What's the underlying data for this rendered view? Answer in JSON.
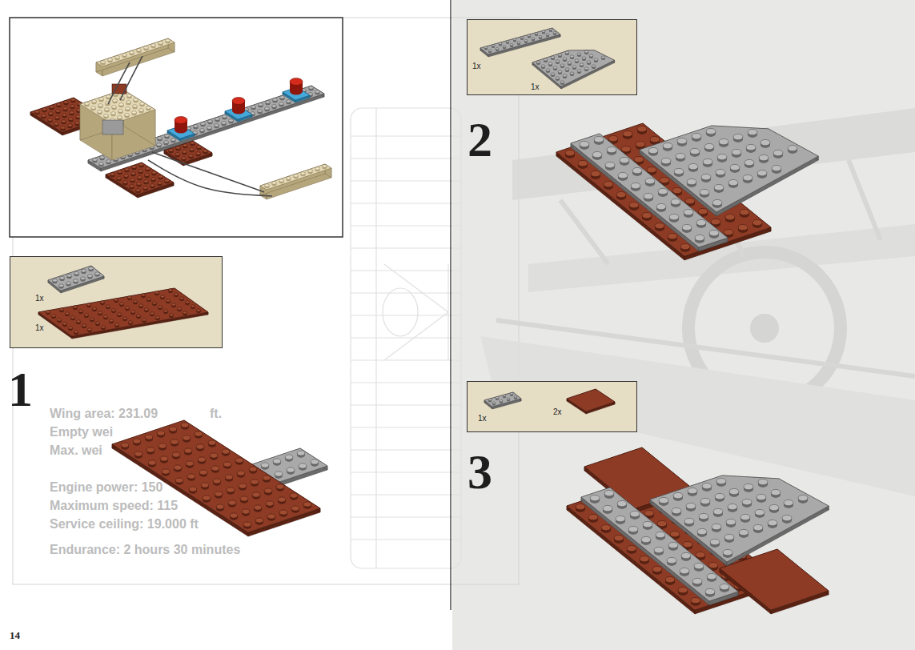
{
  "diagram": {
    "nodes": [
      {
        "text": [
          "1x",
          "1x"
        ]
      },
      {
        "text": [
          "1x",
          "1x"
        ]
      },
      {
        "text": [
          "1x",
          "2x"
        ]
      }
    ],
    "labels": [
      "1",
      "2",
      "3",
      "Wing area: 231.09",
      "ft.",
      "Empty wei",
      "Max. wei",
      "Engine power: 150",
      "Maximum speed: 115",
      "Service ceiling: 19.000 ft",
      "Endurance: 2 hours 30 minutes",
      "14"
    ]
  }
}
